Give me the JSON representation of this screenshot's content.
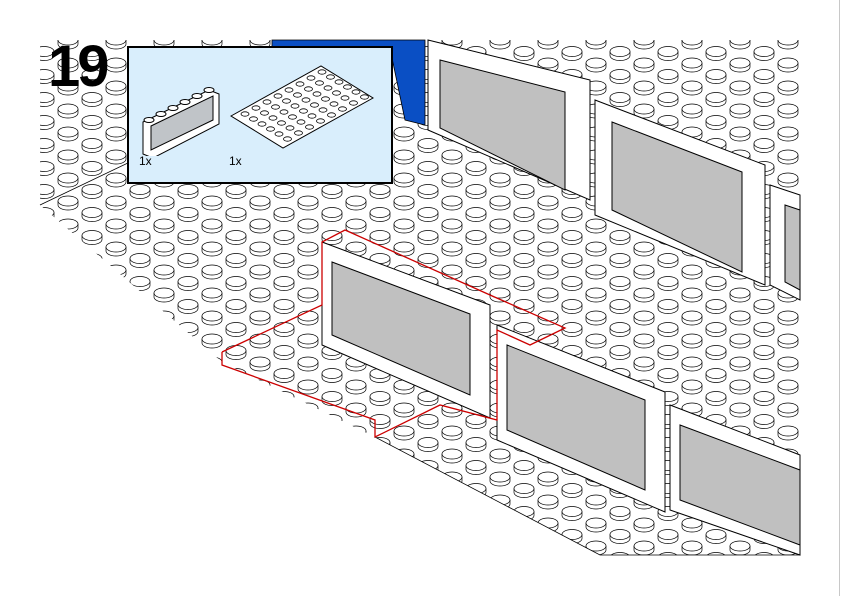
{
  "step": {
    "number": "19"
  },
  "parts_list": [
    {
      "name": "window-1x6x3",
      "quantity": "1x"
    },
    {
      "name": "plate-6x8",
      "quantity": "1x"
    }
  ],
  "colors": {
    "parts_box_bg": "#d9eefc",
    "glass": "#c0c0c0",
    "blue_brick": "#0a4fc4",
    "highlight_outline": "#cc0000"
  }
}
